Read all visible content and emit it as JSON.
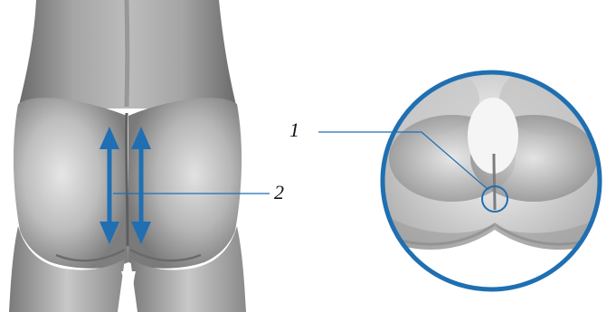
{
  "labels": {
    "callout_1": "1",
    "callout_2": "2"
  },
  "colors": {
    "accent": "#1f6fb2",
    "skin_dark": "#6f6f6f",
    "skin_mid": "#a9a9a9",
    "skin_light": "#e4e4e4",
    "background": "#ffffff"
  },
  "icons": {
    "arrows": "double-headed-vertical-arrow",
    "magnifier": "circular-zoom-inset"
  }
}
